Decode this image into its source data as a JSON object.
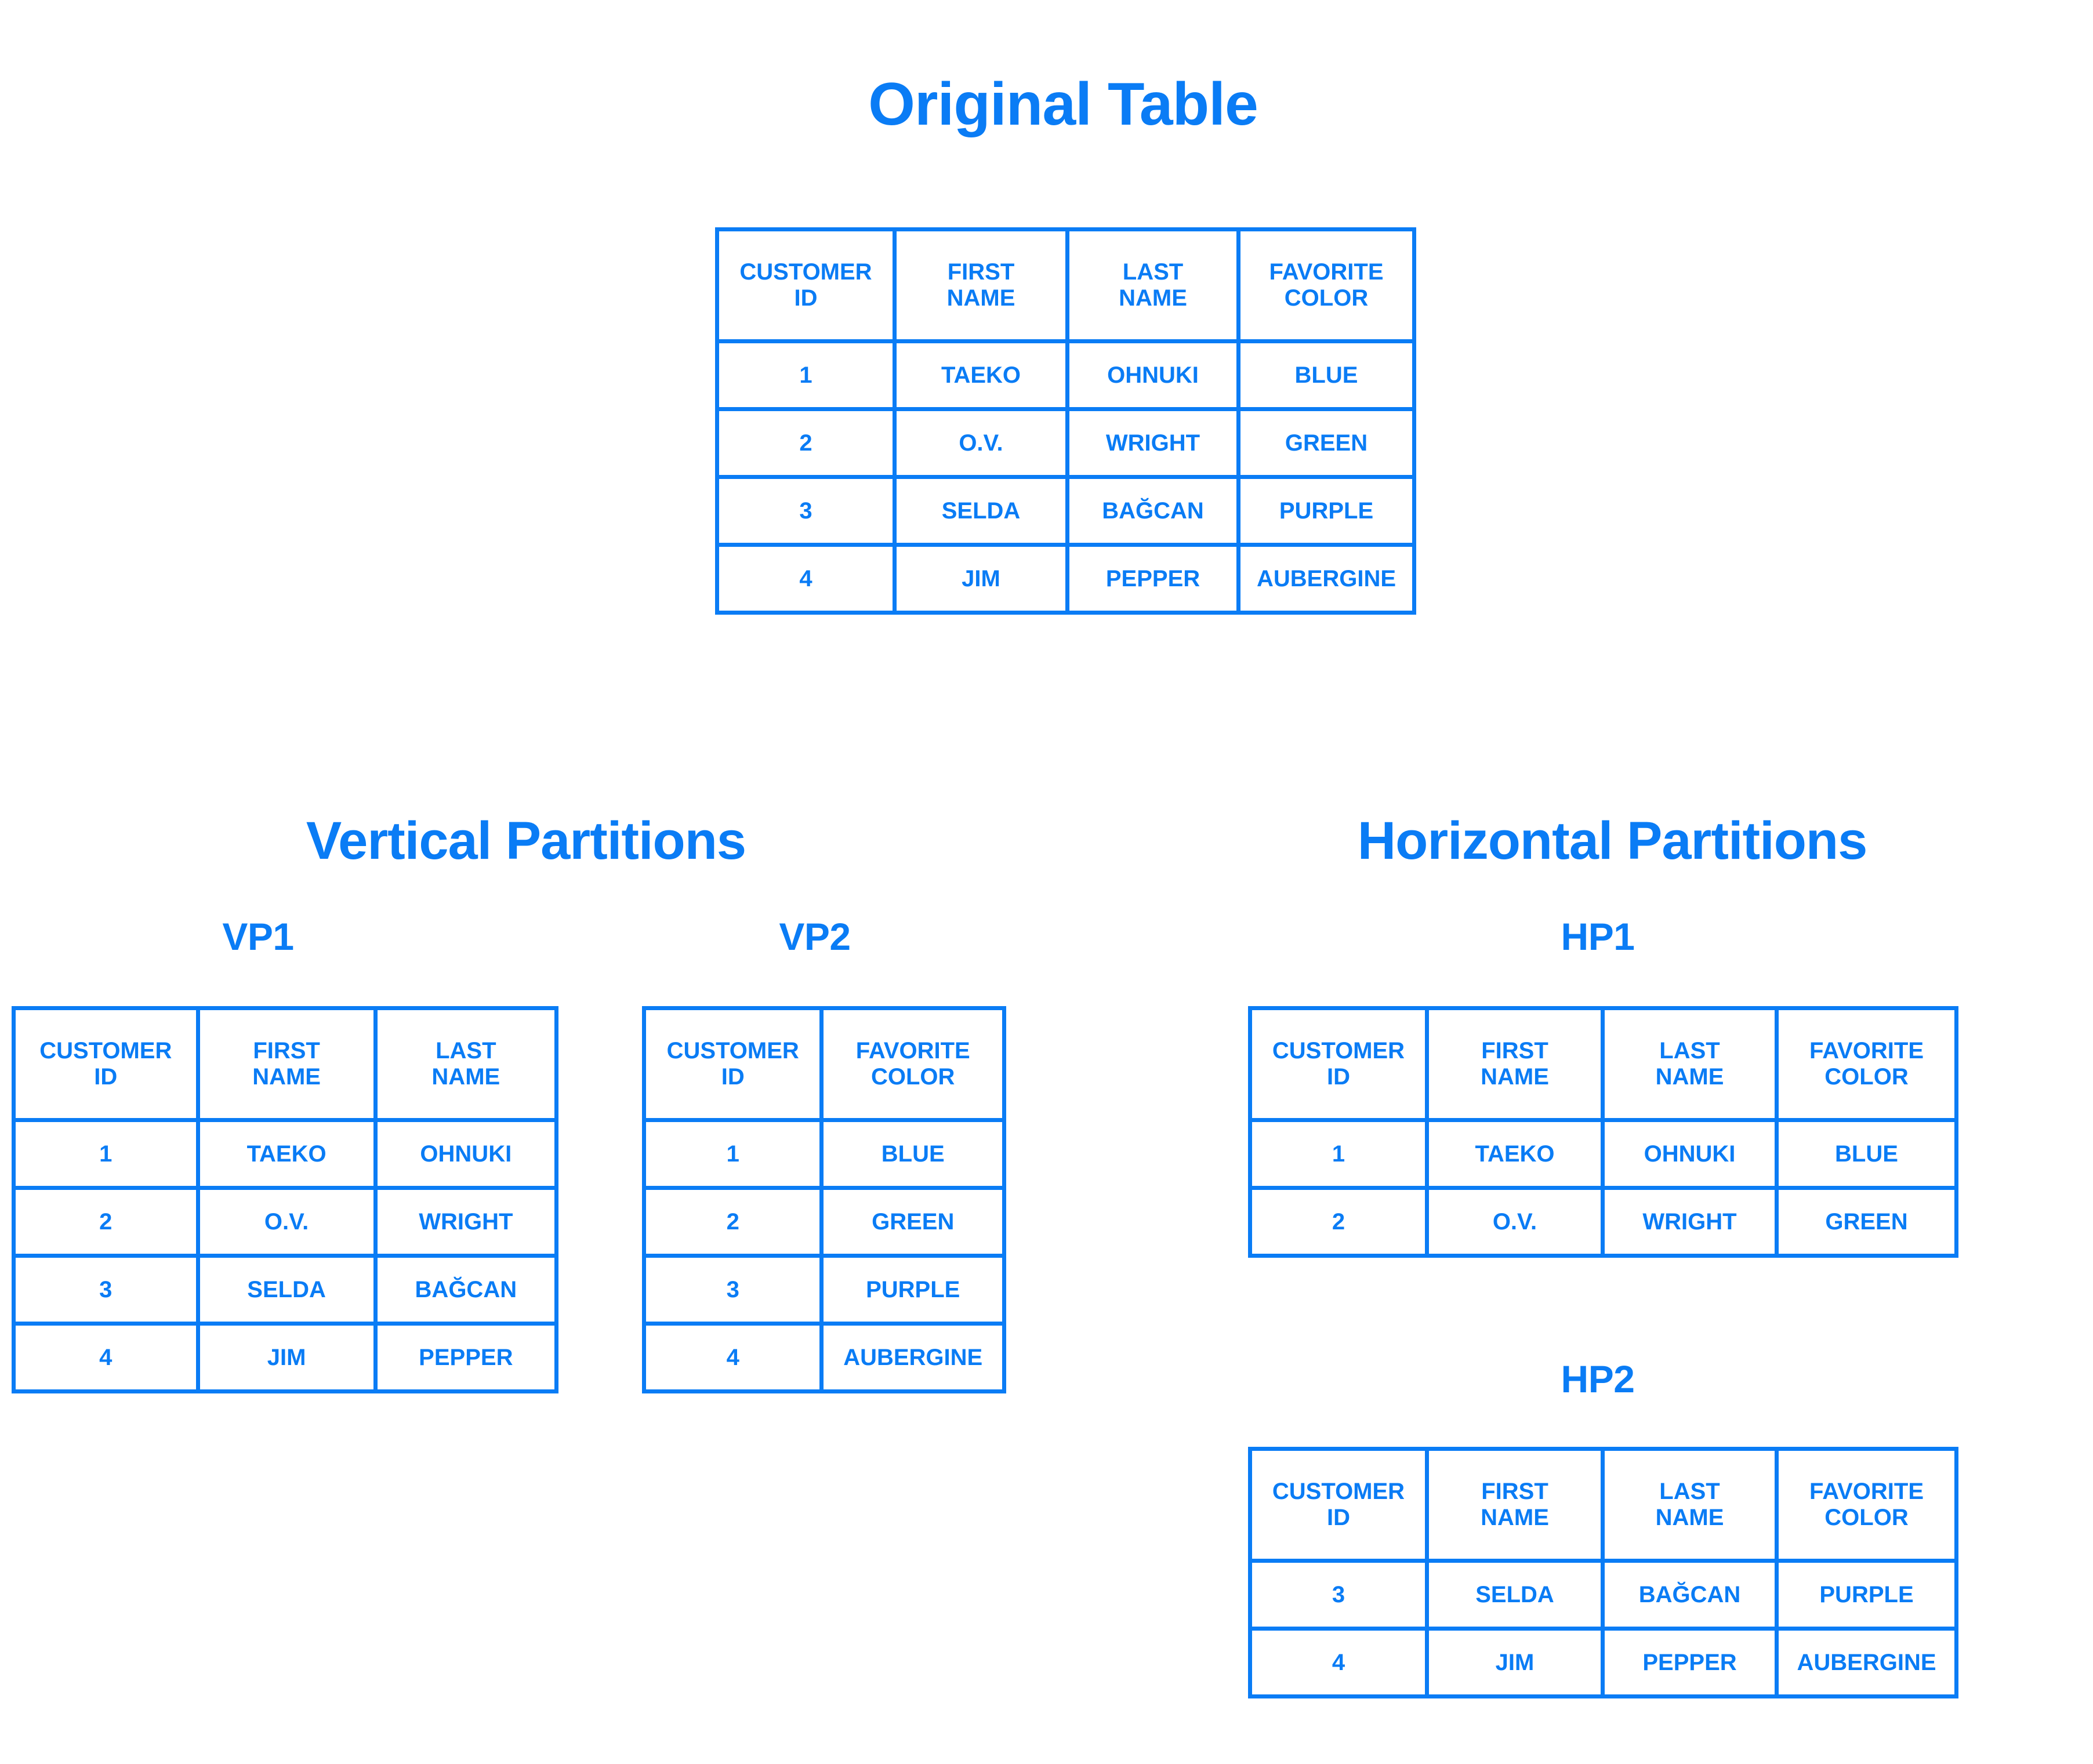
{
  "theme": {
    "accent": "#0a7cf5",
    "background": "#ffffff"
  },
  "titles": {
    "original": "Original Table",
    "vertical": "Vertical Partitions",
    "horizontal": "Horizontal Partitions",
    "vp1": "VP1",
    "vp2": "VP2",
    "hp1": "HP1",
    "hp2": "HP2"
  },
  "columns": {
    "customer_id": {
      "line1": "CUSTOMER",
      "line2": "ID"
    },
    "first_name": {
      "line1": "FIRST",
      "line2": "NAME"
    },
    "last_name": {
      "line1": "LAST",
      "line2": "NAME"
    },
    "favorite_color": {
      "line1": "FAVORITE",
      "line2": "COLOR"
    }
  },
  "original_table": {
    "headers": [
      "CUSTOMER ID",
      "FIRST NAME",
      "LAST NAME",
      "FAVORITE COLOR"
    ],
    "rows": [
      {
        "customer_id": "1",
        "first_name": "TAEKO",
        "last_name": "OHNUKI",
        "favorite_color": "BLUE"
      },
      {
        "customer_id": "2",
        "first_name": "O.V.",
        "last_name": "WRIGHT",
        "favorite_color": "GREEN"
      },
      {
        "customer_id": "3",
        "first_name": "SELDA",
        "last_name": "BAĞCAN",
        "favorite_color": "PURPLE"
      },
      {
        "customer_id": "4",
        "first_name": "JIM",
        "last_name": "PEPPER",
        "favorite_color": "AUBERGINE"
      }
    ]
  },
  "vp1": {
    "headers": [
      "CUSTOMER ID",
      "FIRST NAME",
      "LAST NAME"
    ],
    "rows": [
      {
        "customer_id": "1",
        "first_name": "TAEKO",
        "last_name": "OHNUKI"
      },
      {
        "customer_id": "2",
        "first_name": "O.V.",
        "last_name": "WRIGHT"
      },
      {
        "customer_id": "3",
        "first_name": "SELDA",
        "last_name": "BAĞCAN"
      },
      {
        "customer_id": "4",
        "first_name": "JIM",
        "last_name": "PEPPER"
      }
    ]
  },
  "vp2": {
    "headers": [
      "CUSTOMER ID",
      "FAVORITE COLOR"
    ],
    "rows": [
      {
        "customer_id": "1",
        "favorite_color": "BLUE"
      },
      {
        "customer_id": "2",
        "favorite_color": "GREEN"
      },
      {
        "customer_id": "3",
        "favorite_color": "PURPLE"
      },
      {
        "customer_id": "4",
        "favorite_color": "AUBERGINE"
      }
    ]
  },
  "hp1": {
    "headers": [
      "CUSTOMER ID",
      "FIRST NAME",
      "LAST NAME",
      "FAVORITE COLOR"
    ],
    "rows": [
      {
        "customer_id": "1",
        "first_name": "TAEKO",
        "last_name": "OHNUKI",
        "favorite_color": "BLUE"
      },
      {
        "customer_id": "2",
        "first_name": "O.V.",
        "last_name": "WRIGHT",
        "favorite_color": "GREEN"
      }
    ]
  },
  "hp2": {
    "headers": [
      "CUSTOMER ID",
      "FIRST NAME",
      "LAST NAME",
      "FAVORITE COLOR"
    ],
    "rows": [
      {
        "customer_id": "3",
        "first_name": "SELDA",
        "last_name": "BAĞCAN",
        "favorite_color": "PURPLE"
      },
      {
        "customer_id": "4",
        "first_name": "JIM",
        "last_name": "PEPPER",
        "favorite_color": "AUBERGINE"
      }
    ]
  }
}
